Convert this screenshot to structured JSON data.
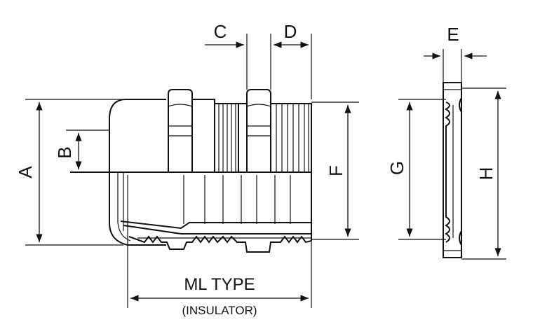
{
  "labels": {
    "A": "A",
    "B": "B",
    "C": "C",
    "D": "D",
    "E": "E",
    "F": "F",
    "G": "G",
    "H": "H"
  },
  "caption": {
    "type": "ML TYPE",
    "subtitle": "(INSULATOR)"
  }
}
